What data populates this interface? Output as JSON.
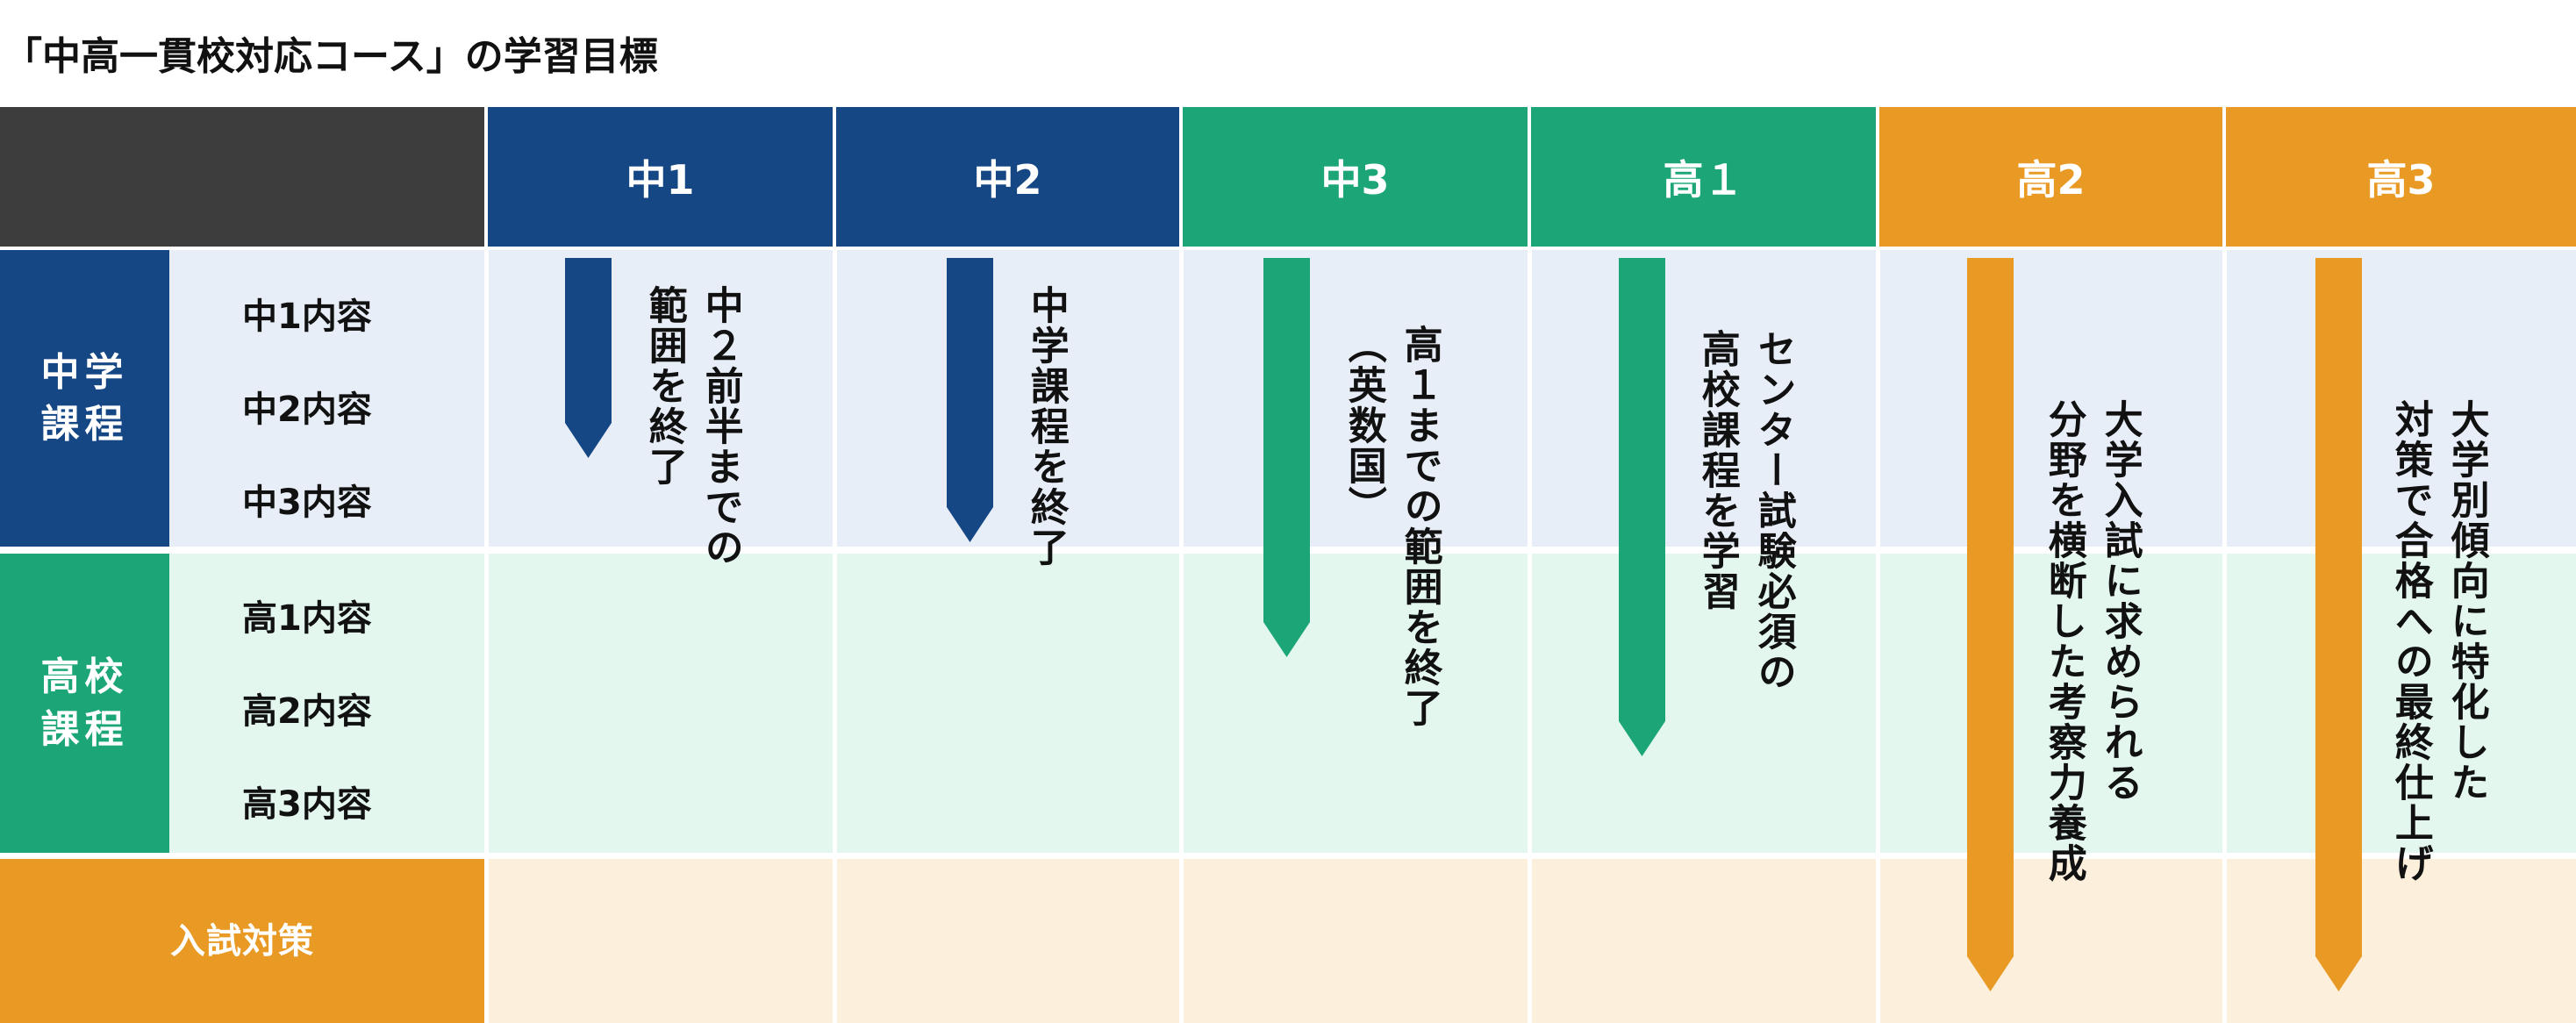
{
  "title": "「中高一貫校対応コース」の学習目標",
  "colors": {
    "navy": "#164785",
    "green": "#1ca678",
    "orange": "#e99a25",
    "dark": "#3d3d3d"
  },
  "headers": [
    "中1",
    "中2",
    "中3",
    "高１",
    "高2",
    "高3"
  ],
  "groups": [
    {
      "label": "中学\n課程",
      "items": [
        "中1内容",
        "中2内容",
        "中3内容"
      ]
    },
    {
      "label": "高校\n課程",
      "items": [
        "高1内容",
        "高2内容",
        "高3内容"
      ]
    },
    {
      "label": "入試対策"
    }
  ],
  "goals": [
    {
      "line1": "中２前半までの",
      "line2": "範囲を終了"
    },
    {
      "line1": "中学課程を終了",
      "line2": ""
    },
    {
      "line1": "高１までの範囲を終了",
      "line2": "（英数国）"
    },
    {
      "line1": "センター試験必須の",
      "line2": "高校課程を学習"
    },
    {
      "line1": "大学入試に求められる",
      "line2": "分野を横断した考察力養成"
    },
    {
      "line1": "大学別傾向に特化した",
      "line2": "対策で合格への最終仕上げ"
    }
  ]
}
